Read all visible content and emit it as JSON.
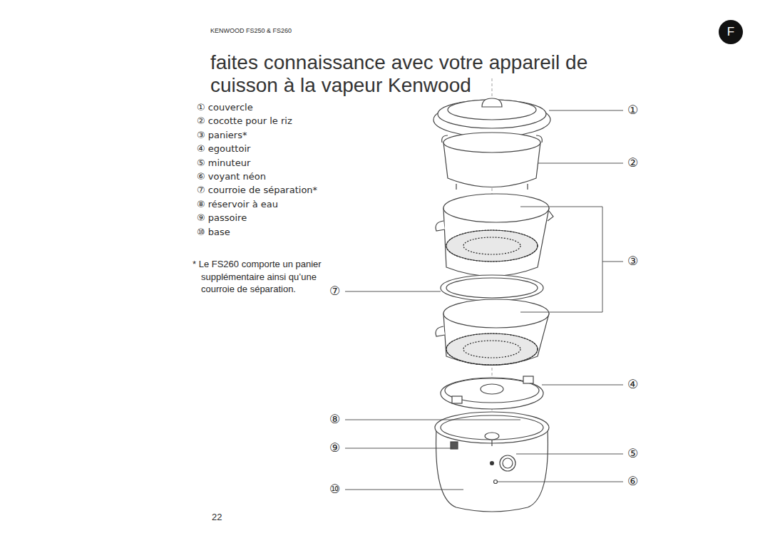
{
  "diagram": {
    "title": "faites connaissance avec votre appareil de cuisson à la vapeur Kenwood",
    "nodes": [
      {
        "text": [
          "F"
        ]
      }
    ],
    "labels": [
      "KENWOOD FS250 & FS260",
      "① couvercle",
      "② cocotte pour le riz",
      "③ paniers*",
      "④ egouttoir",
      "⑤ minuteur",
      "⑥ voyant néon",
      "⑦ courroie de séparation*",
      "⑧ réservoir à eau",
      "⑨ passoire",
      "⑩ base",
      "* Le FS260 comporte un panier supplémentaire ainsi qu’une courroie de séparation.",
      "①",
      "②",
      "③",
      "⑦",
      "④",
      "⑧",
      "⑨",
      "⑤",
      "⑥",
      "⑩",
      "22"
    ]
  }
}
